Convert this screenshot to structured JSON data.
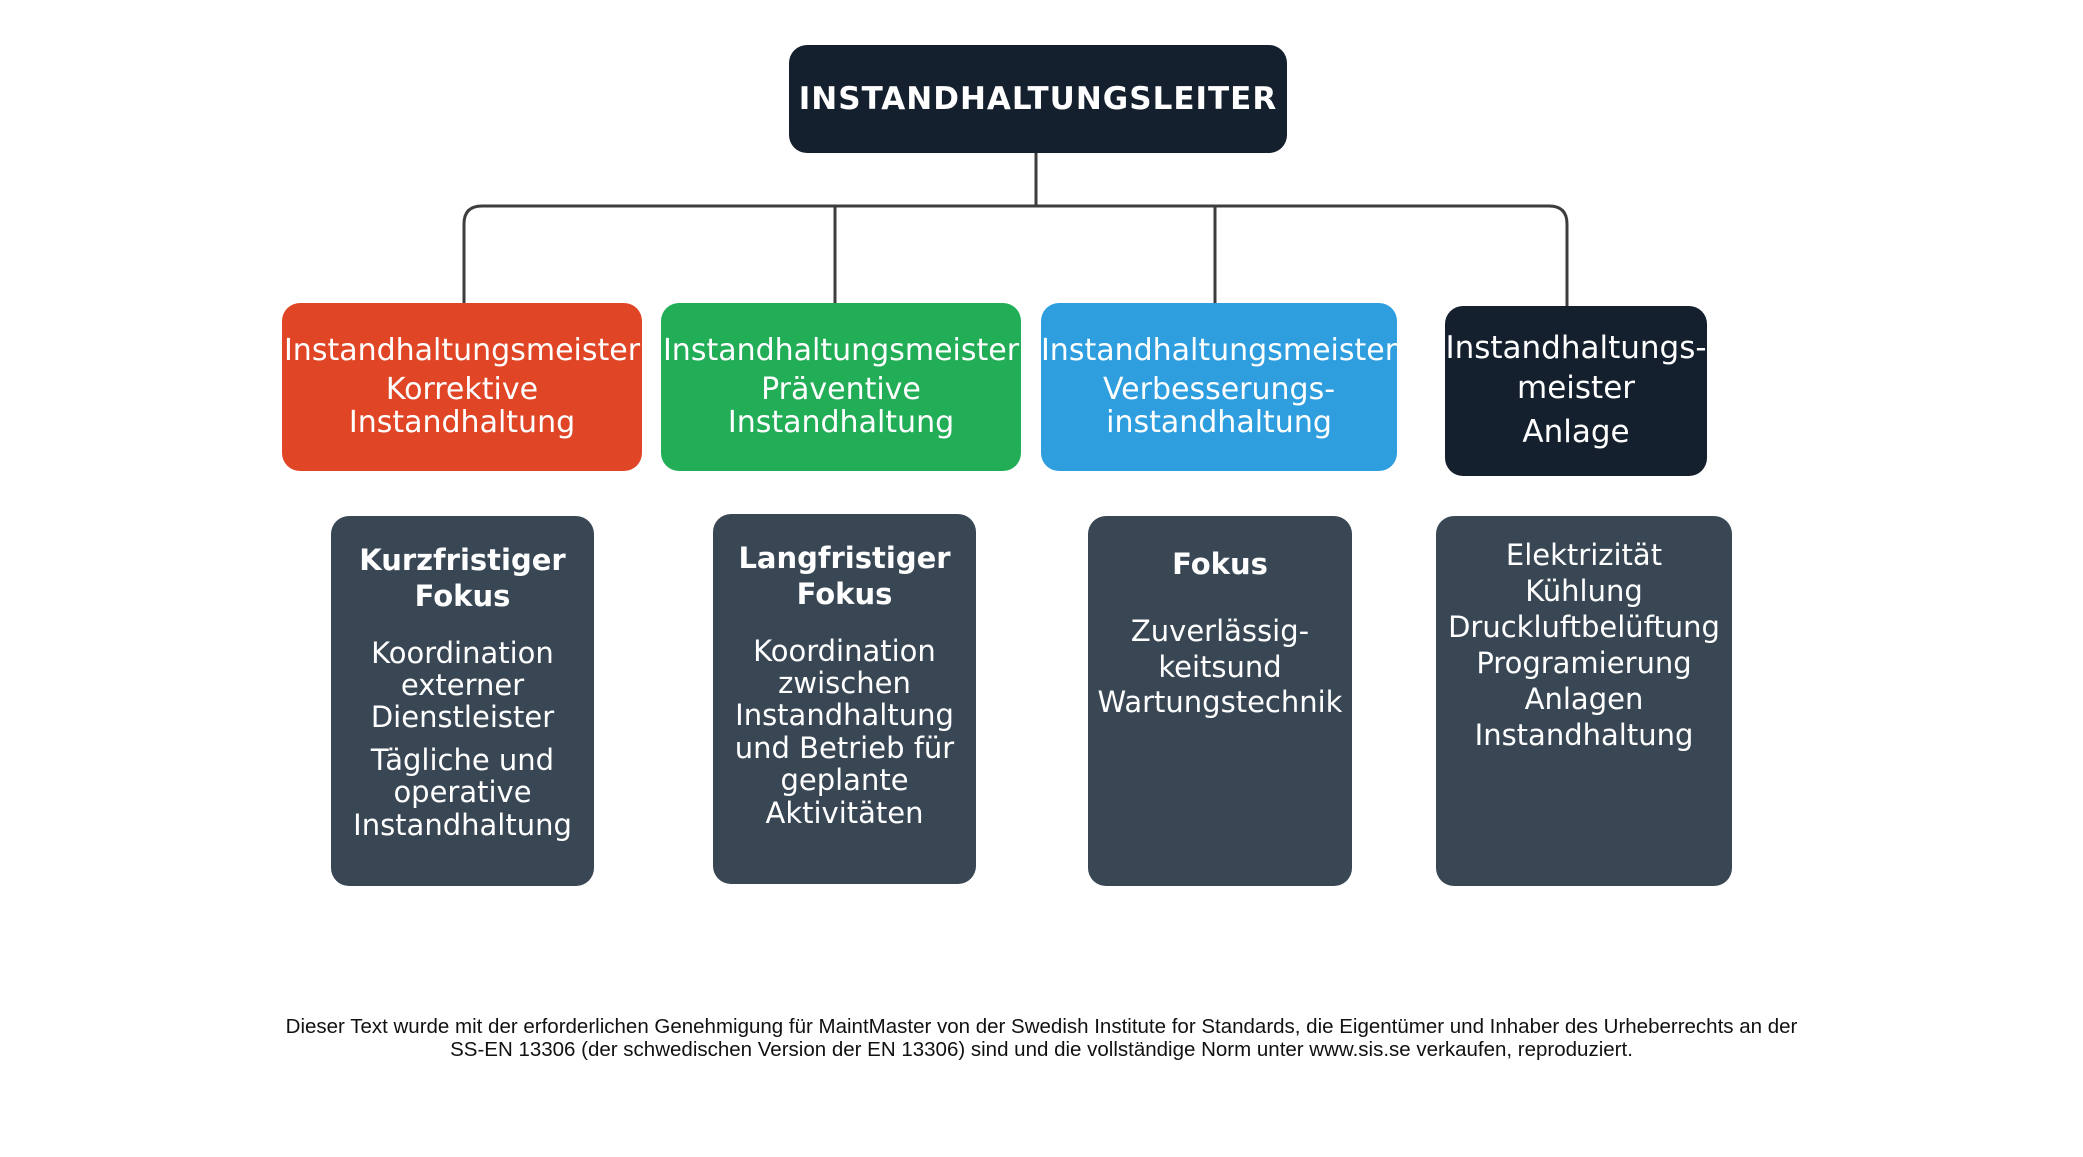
{
  "root": {
    "title": "INSTANDHALTUNGSLEITER"
  },
  "managers": [
    {
      "line1": "Instandhaltungsmeister",
      "line2": "Korrektive Instandhaltung",
      "color": "#e04526"
    },
    {
      "line1": "Instandhaltungsmeister",
      "line2": "Präventive Instandhaltung",
      "color": "#22ad57"
    },
    {
      "line1": "Instandhaltungsmeister",
      "line2": "Verbesserungs-instandhaltung",
      "color": "#2e9edf"
    },
    {
      "line1": "Instandhaltungs-meister",
      "line2": "Anlage",
      "color": "#15202e"
    }
  ],
  "cards": [
    {
      "title": "Kurzfristiger Fokus",
      "text1": "Koordination externer Dienstleister",
      "text2": "Tägliche und operative Instandhaltung"
    },
    {
      "title": "Langfristiger Fokus",
      "text1": "Koordination zwischen Instandhaltung und Betrieb für geplante Aktivitäten"
    },
    {
      "title": "Fokus",
      "text1": "Zuverlässig-keitsund Wartungstechnik"
    },
    {
      "items": [
        "Elektrizität",
        "Kühlung",
        "Druckluftbelüftung",
        "Programierung",
        "Anlagen",
        "Instandhaltung"
      ]
    }
  ],
  "colors": {
    "root_bg": "#15202e",
    "card_bg": "#394755",
    "connector": "#3d3d3d"
  },
  "footer": {
    "line1": "Dieser Text wurde mit der erforderlichen Genehmigung für MaintMaster von der Swedish Institute for Standards, die Eigentümer und Inhaber des Urheberrechts an der",
    "line2": "SS-EN 13306 (der schwedischen Version der EN 13306) sind und die vollständige Norm unter www.sis.se verkaufen, reproduziert."
  }
}
